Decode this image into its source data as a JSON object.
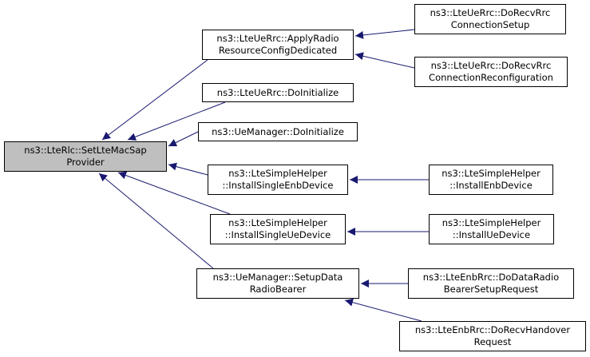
{
  "colors": {
    "edge": "#191970",
    "root_fill": "#bfbfbf",
    "node_fill": "#ffffff",
    "border": "#000000"
  },
  "nodes": {
    "root": "ns3::LteRlc::SetLteMacSap\nProvider",
    "apply_radio": "ns3::LteUeRrc::ApplyRadio\nResourceConfigDedicated",
    "ue_rrc_init": "ns3::LteUeRrc::DoInitialize",
    "ue_manager_init": "ns3::UeManager::DoInitialize",
    "install_single_enb": "ns3::LteSimpleHelper\n::InstallSingleEnbDevice",
    "install_single_ue": "ns3::LteSimpleHelper\n::InstallSingleUeDevice",
    "setup_data_bearer": "ns3::UeManager::SetupData\nRadioBearer",
    "recv_rrc_setup": "ns3::LteUeRrc::DoRecvRrc\nConnectionSetup",
    "recv_rrc_reconfig": "ns3::LteUeRrc::DoRecvRrc\nConnectionReconfiguration",
    "install_enb": "ns3::LteSimpleHelper\n::InstallEnbDevice",
    "install_ue": "ns3::LteSimpleHelper\n::InstallUeDevice",
    "data_bearer_setup_req": "ns3::LteEnbRrc::DoDataRadio\nBearerSetupRequest",
    "recv_handover_req": "ns3::LteEnbRrc::DoRecvHandover\nRequest"
  },
  "edges": [
    {
      "from": "apply_radio",
      "to": "root"
    },
    {
      "from": "ue_rrc_init",
      "to": "root"
    },
    {
      "from": "ue_manager_init",
      "to": "root"
    },
    {
      "from": "install_single_enb",
      "to": "root"
    },
    {
      "from": "install_single_ue",
      "to": "root"
    },
    {
      "from": "setup_data_bearer",
      "to": "root"
    },
    {
      "from": "recv_rrc_setup",
      "to": "apply_radio"
    },
    {
      "from": "recv_rrc_reconfig",
      "to": "apply_radio"
    },
    {
      "from": "install_enb",
      "to": "install_single_enb"
    },
    {
      "from": "install_ue",
      "to": "install_single_ue"
    },
    {
      "from": "data_bearer_setup_req",
      "to": "setup_data_bearer"
    },
    {
      "from": "recv_handover_req",
      "to": "setup_data_bearer"
    }
  ]
}
